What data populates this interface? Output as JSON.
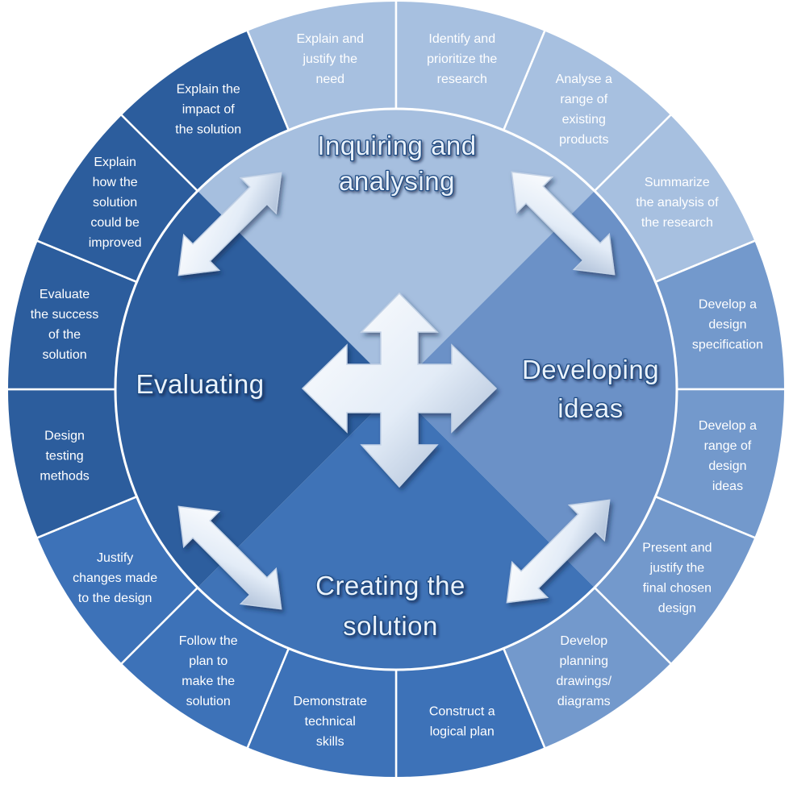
{
  "phases": [
    {
      "id": "inquiring",
      "lines": [
        "Inquiring and",
        "analysing"
      ],
      "color": "#a6bfdf"
    },
    {
      "id": "developing",
      "lines": [
        "Developing",
        "ideas"
      ],
      "color": "#6b91c7"
    },
    {
      "id": "creating",
      "lines": [
        "Creating the",
        "solution"
      ],
      "color": "#3f73b7"
    },
    {
      "id": "evaluating",
      "lines": [
        "Evaluating"
      ],
      "color": "#2d5e9e"
    }
  ],
  "segments": [
    {
      "id": "analyse-range",
      "lines": [
        "Analyse a",
        "range of",
        "existing",
        "products"
      ]
    },
    {
      "id": "summarize-analysis",
      "lines": [
        "Summarize",
        "the analysis of",
        "the research"
      ]
    },
    {
      "id": "design-specification",
      "lines": [
        "Develop a",
        "design",
        "specification"
      ]
    },
    {
      "id": "range-design-ideas",
      "lines": [
        "Develop a",
        "range of",
        "design",
        "ideas"
      ]
    },
    {
      "id": "present-justify",
      "lines": [
        "Present and",
        "justify the",
        "final chosen",
        "design"
      ]
    },
    {
      "id": "planning-drawings",
      "lines": [
        "Develop",
        "planning",
        "drawings/",
        "diagrams"
      ]
    },
    {
      "id": "logical-plan",
      "lines": [
        "Construct a",
        "logical plan"
      ]
    },
    {
      "id": "technical-skills",
      "lines": [
        "Demonstrate",
        "technical",
        "skills"
      ]
    },
    {
      "id": "follow-plan",
      "lines": [
        "Follow the",
        "plan to",
        "make the",
        "solution"
      ]
    },
    {
      "id": "justify-changes",
      "lines": [
        "Justify",
        "changes made",
        "to the design"
      ]
    },
    {
      "id": "testing-methods",
      "lines": [
        "Design",
        "testing",
        "methods"
      ]
    },
    {
      "id": "evaluate-success",
      "lines": [
        "Evaluate",
        "the success",
        "of the",
        "solution"
      ]
    },
    {
      "id": "improve-solution",
      "lines": [
        "Explain",
        "how the",
        "solution",
        "could be",
        "improved"
      ]
    },
    {
      "id": "explain-impact",
      "lines": [
        "Explain the",
        "impact of",
        "the solution"
      ]
    },
    {
      "id": "explain-need",
      "lines": [
        "Explain and",
        "justify the",
        "need"
      ]
    },
    {
      "id": "identify-research",
      "lines": [
        "Identify and",
        "prioritize the",
        "research"
      ]
    }
  ],
  "colors": {
    "inquiring_ring": "#a7c0e0",
    "developing_ring": "#7399cc",
    "creating_ring": "#3d72b8",
    "evaluating_ring": "#2c5d9d",
    "ring_border": "#ffffff",
    "arrow_fill": "#e6eef8",
    "arrow_shadow": "#1d3f6e"
  }
}
